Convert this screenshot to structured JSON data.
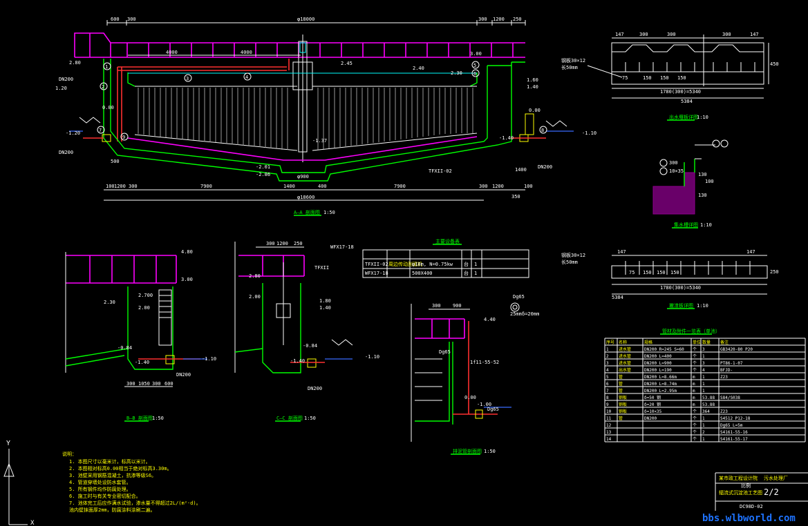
{
  "section_a": {
    "top_dims": [
      "600",
      "300",
      "φ18000",
      "300",
      "1200",
      "250"
    ],
    "mid_dims": [
      "4000",
      "4000"
    ],
    "bottom_dims": [
      "100",
      "1200",
      "300",
      "7900",
      "1400",
      "400",
      "7900",
      "300",
      "1200",
      "100"
    ],
    "overall_dim": "φ18600",
    "sub_dims": [
      "φ900",
      "350",
      "1400",
      "500"
    ],
    "elevations": [
      "2.80",
      "3.00",
      "2.45",
      "2.40",
      "2.30",
      "1.20",
      "1.60",
      "1.40",
      "0.00",
      "0.00",
      "-1.20",
      "-1.10",
      "-1.40",
      "-1.37",
      "-2.01",
      "-2.86"
    ],
    "pipe_labels": [
      "DN200",
      "DN200",
      "DN200",
      "TFXII-02"
    ],
    "item_numbers": [
      "1",
      "2",
      "3",
      "4",
      "5",
      "6",
      "7",
      "8",
      "9"
    ],
    "title": "A—A 剖面图",
    "scale": "1:50"
  },
  "detail_top": {
    "dims": [
      "147",
      "300",
      "300",
      "300",
      "147"
    ],
    "sub_dims": [
      "75",
      "150",
      "150",
      "150"
    ],
    "total": "1780(300)=5340",
    "overall": "5384",
    "side": "450",
    "label": "钢板30×12",
    "label2": "长50mm",
    "title": "出水堰板详图",
    "scale": "1:10"
  },
  "detail_mid": {
    "dims": [
      "300",
      "130",
      "100",
      "130"
    ],
    "label": "10×35",
    "title": "集水槽详图",
    "scale": "1:10"
  },
  "detail_bot": {
    "dims": [
      "147",
      "75",
      "150",
      "150",
      "150",
      "147"
    ],
    "total": "1780(300)=5340",
    "overall": "5384",
    "side": "250",
    "label": "钢板30×12",
    "label2": "长50mm",
    "title": "撇渣板详图",
    "scale": "1:10"
  },
  "section_b": {
    "elevations": [
      "4.80",
      "3.00",
      "2.700",
      "2.30",
      "2.00",
      "-0.84",
      "-1.10",
      "-1.40"
    ],
    "dims": [
      "300",
      "1050",
      "300",
      "600"
    ],
    "pipe": "DN200",
    "title": "B—B 剖面图",
    "scale": "1:50"
  },
  "section_c": {
    "dims": [
      "300",
      "1200",
      "250"
    ],
    "elevations": [
      "2.80",
      "2.00",
      "1.80",
      "1.40",
      "-0.84",
      "-1.10",
      "-1.40"
    ],
    "labels": [
      "WFX17-18",
      "TFXII",
      "DN200"
    ],
    "title": "C—C 剖面图",
    "scale": "1:50"
  },
  "equipment_table": {
    "title": "主要设备表",
    "rows": [
      [
        "TFXII-02",
        "周边传动刮泥机",
        "φ18m, N=0.75kw",
        "台",
        "1",
        ""
      ],
      [
        "WFX17-18",
        "",
        "500X400",
        "台",
        "1",
        ""
      ]
    ]
  },
  "section_d": {
    "dims": [
      "300",
      "900"
    ],
    "labels": [
      "Dg65",
      "Dg65",
      "Dg65",
      "1f11-55-52",
      "δ=20mm",
      "25mm"
    ],
    "elevations": [
      "4.40",
      "0.00",
      "-1.00"
    ],
    "title": "排泥管剖面图",
    "scale": "1:50"
  },
  "materials_table": {
    "title": "管材及附件一览表（单池）",
    "header": [
      "序号",
      "名称",
      "规格",
      "单位",
      "数量",
      "备注"
    ],
    "rows": [
      [
        "1",
        "进水管",
        "DN200 R=245 S=60",
        "个",
        "3",
        "GB3420-80 P20"
      ],
      [
        "2",
        "进水管",
        "DN200 L=400",
        "个",
        "1",
        ""
      ],
      [
        "3",
        "进水管",
        "DN200 L=900",
        "个",
        "3",
        "PT86-1-07"
      ],
      [
        "4",
        "出水管",
        "DN200 L=190",
        "个",
        "4",
        "BFJD-"
      ],
      [
        "5",
        "管",
        "DN200 L=8.66m",
        "m",
        "1",
        "Z23"
      ],
      [
        "6",
        "管",
        "DN200 L=8.74m",
        "m",
        "1",
        ""
      ],
      [
        "7",
        "管",
        "DN200 L=2.95m",
        "m",
        "1",
        ""
      ],
      [
        "8",
        "钢板",
        "δ=50 钢",
        "m",
        "53.88",
        "S84/S038"
      ],
      [
        "9",
        "钢板",
        "δ=20 钢",
        "m",
        "53.88",
        ""
      ],
      [
        "10",
        "钢板",
        "δ=10×35",
        "个",
        "364",
        "Z23"
      ],
      [
        "11",
        "管",
        "DN200",
        "个",
        "1",
        "S4512 P12-18"
      ],
      [
        "12",
        "",
        "",
        "个",
        "1",
        "Dg65 L=5m"
      ],
      [
        "13",
        "",
        "",
        "个",
        "2",
        "S4161-55-16"
      ],
      [
        "14",
        "",
        "",
        "个",
        "1",
        "S4161-55-17"
      ]
    ]
  },
  "notes": {
    "heading": "说明：",
    "lines": [
      "1. 本图尺寸以毫米计，标高以米计。",
      "2. 本图相对标高0.00相当于绝对标高3.30m。",
      "3. 池壁采用钢筋混凝土，抗渗等级S6。",
      "4. 管道穿墙处设防水套管。",
      "5. 所有钢件均作防腐处理。",
      "6. 施工时与有关专业密切配合。",
      "7. 池体完工后应作满水试验，渗水量不得超过2L/(m²·d)。",
      "   池内壁抹面厚2mm，防腐涂料涂刷二遍。"
    ]
  },
  "title_block": {
    "design_unit": "某市政工程设计院",
    "project": "污水处理厂",
    "drawing": "辐流式沉淀池工艺图",
    "sheet": "2/2",
    "number": "DC98D-02",
    "scale": "比例"
  },
  "watermark": "bbs.wlbworld.com",
  "ucs": {
    "y": "Y",
    "x": "X"
  }
}
